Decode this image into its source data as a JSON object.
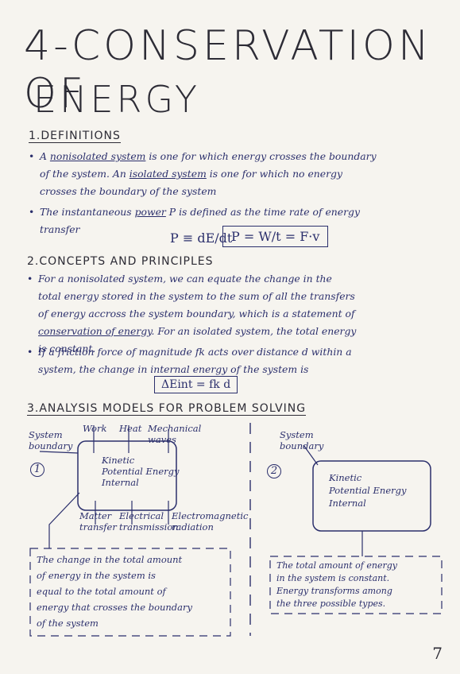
{
  "title": {
    "line1": "4-CONSERVATION OF",
    "line2": "ENERGY"
  },
  "sections": {
    "definitions": {
      "heading": "1.DEFINITIONS",
      "bullet1": {
        "l1a": "A ",
        "l1term": "nonisolated system",
        "l1b": " is one for which energy crosses the boundary",
        "l2a": "of the system. An ",
        "l2term": "isolated system",
        "l2b": " is one for which no energy",
        "l3": "crosses the boundary of the system"
      },
      "bullet2": {
        "l1a": "The instantaneous ",
        "l1term": "power",
        "l1b": " P is defined as the time rate of energy",
        "l2": "transfer"
      },
      "formula_left": "P ≡ dE/dt",
      "formula_box": "P = W/t = F·v"
    },
    "concepts": {
      "heading": "2.CONCEPTS AND PRINCIPLES",
      "bullet1": {
        "l1": "For a nonisolated system, we can equate the change in the",
        "l2": "total energy stored in the system to the sum of all the transfers",
        "l3": "of energy accross the system boundary, which is a statement of",
        "l4term": "conservation of energy",
        "l4b": ". For an isolated system, the total energy",
        "l5": "is constant."
      },
      "bullet2": {
        "l1": "If a friction force of magnitude fk acts over distance d within a",
        "l2": "system, the change in internal energy of the system is"
      },
      "formula_box": "ΔEint = fk d"
    },
    "analysis": {
      "heading": "3.ANALYSIS MODELS FOR PROBLEM SOLVING",
      "left": {
        "system_label": "System boundary",
        "number": "1",
        "top_inputs": [
          "Work",
          "Heat",
          "Mechanical waves"
        ],
        "box_lines": [
          "Kinetic",
          "Potential Energy",
          "Internal"
        ],
        "bottom_inputs": [
          "Matter transfer",
          "Electrical transmission",
          "Electromagnetic radiation"
        ],
        "note": [
          "The change in the total amount",
          "of energy in the system is",
          "equal to the total amount of",
          "energy that crosses the boundary",
          "of the system"
        ]
      },
      "right": {
        "system_label": "System boundary",
        "number": "2",
        "box_lines": [
          "Kinetic",
          "Potential Energy",
          "Internal"
        ],
        "note": [
          "The total amount of energy",
          "in the system is constant.",
          "Energy transforms among",
          "the three possible types."
        ]
      }
    }
  },
  "page_number": "7"
}
